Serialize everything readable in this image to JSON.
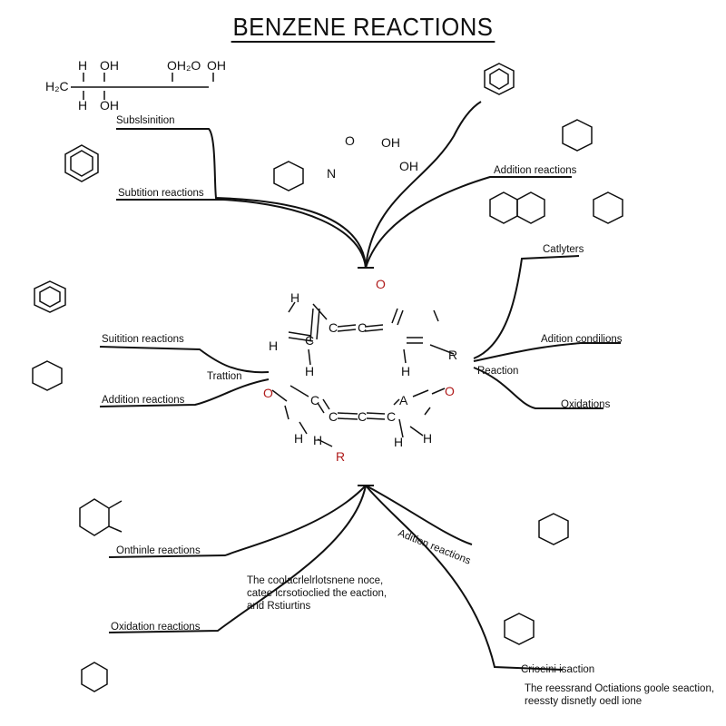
{
  "title": "BENZENE REACTIONS",
  "labels": {
    "substitution": "Subslsinition",
    "substitution_reactions": "Subtition reactions",
    "suitition_reactions": "Suitition reactions",
    "trattion": "Trattion",
    "addition_reactions_left": "Addition reactions",
    "onthiinle_reactions": "Onthinle reactions",
    "oxidation_reactions": "Oxidation reactions",
    "addition_reactions_right": "Addition reactions",
    "catalysts": "Catlyters",
    "addition_conditions": "Adition condilions",
    "reaction": "Reaction",
    "oxidations": "Oxidations",
    "adition_reactions_curve": "Adition reactions",
    "criosini_isaction": "Crioeini isaction"
  },
  "notes": {
    "center_note": [
      "The coolacrlelrlotsnene noce,",
      "catee lcrsotioclied the eaction,",
      "and Rstiurtins"
    ],
    "bottom_right_note": [
      "The reessrand Octiations goole seaction,",
      "reessty disnetly oedl ione"
    ]
  },
  "central_atoms": [
    "H",
    "O",
    "C",
    "C",
    "C",
    "H",
    "R",
    "H",
    "H",
    "O",
    "C",
    "C",
    "C",
    "A",
    "O",
    "H",
    "R",
    "C",
    "H",
    "H",
    "H"
  ],
  "fragments": {
    "top_left_chain": [
      "H₂C",
      "H",
      "OH",
      "OH₂O",
      "OH",
      "H",
      "OH"
    ],
    "mid_top": [
      "O",
      "OH",
      "N",
      "OH"
    ]
  }
}
